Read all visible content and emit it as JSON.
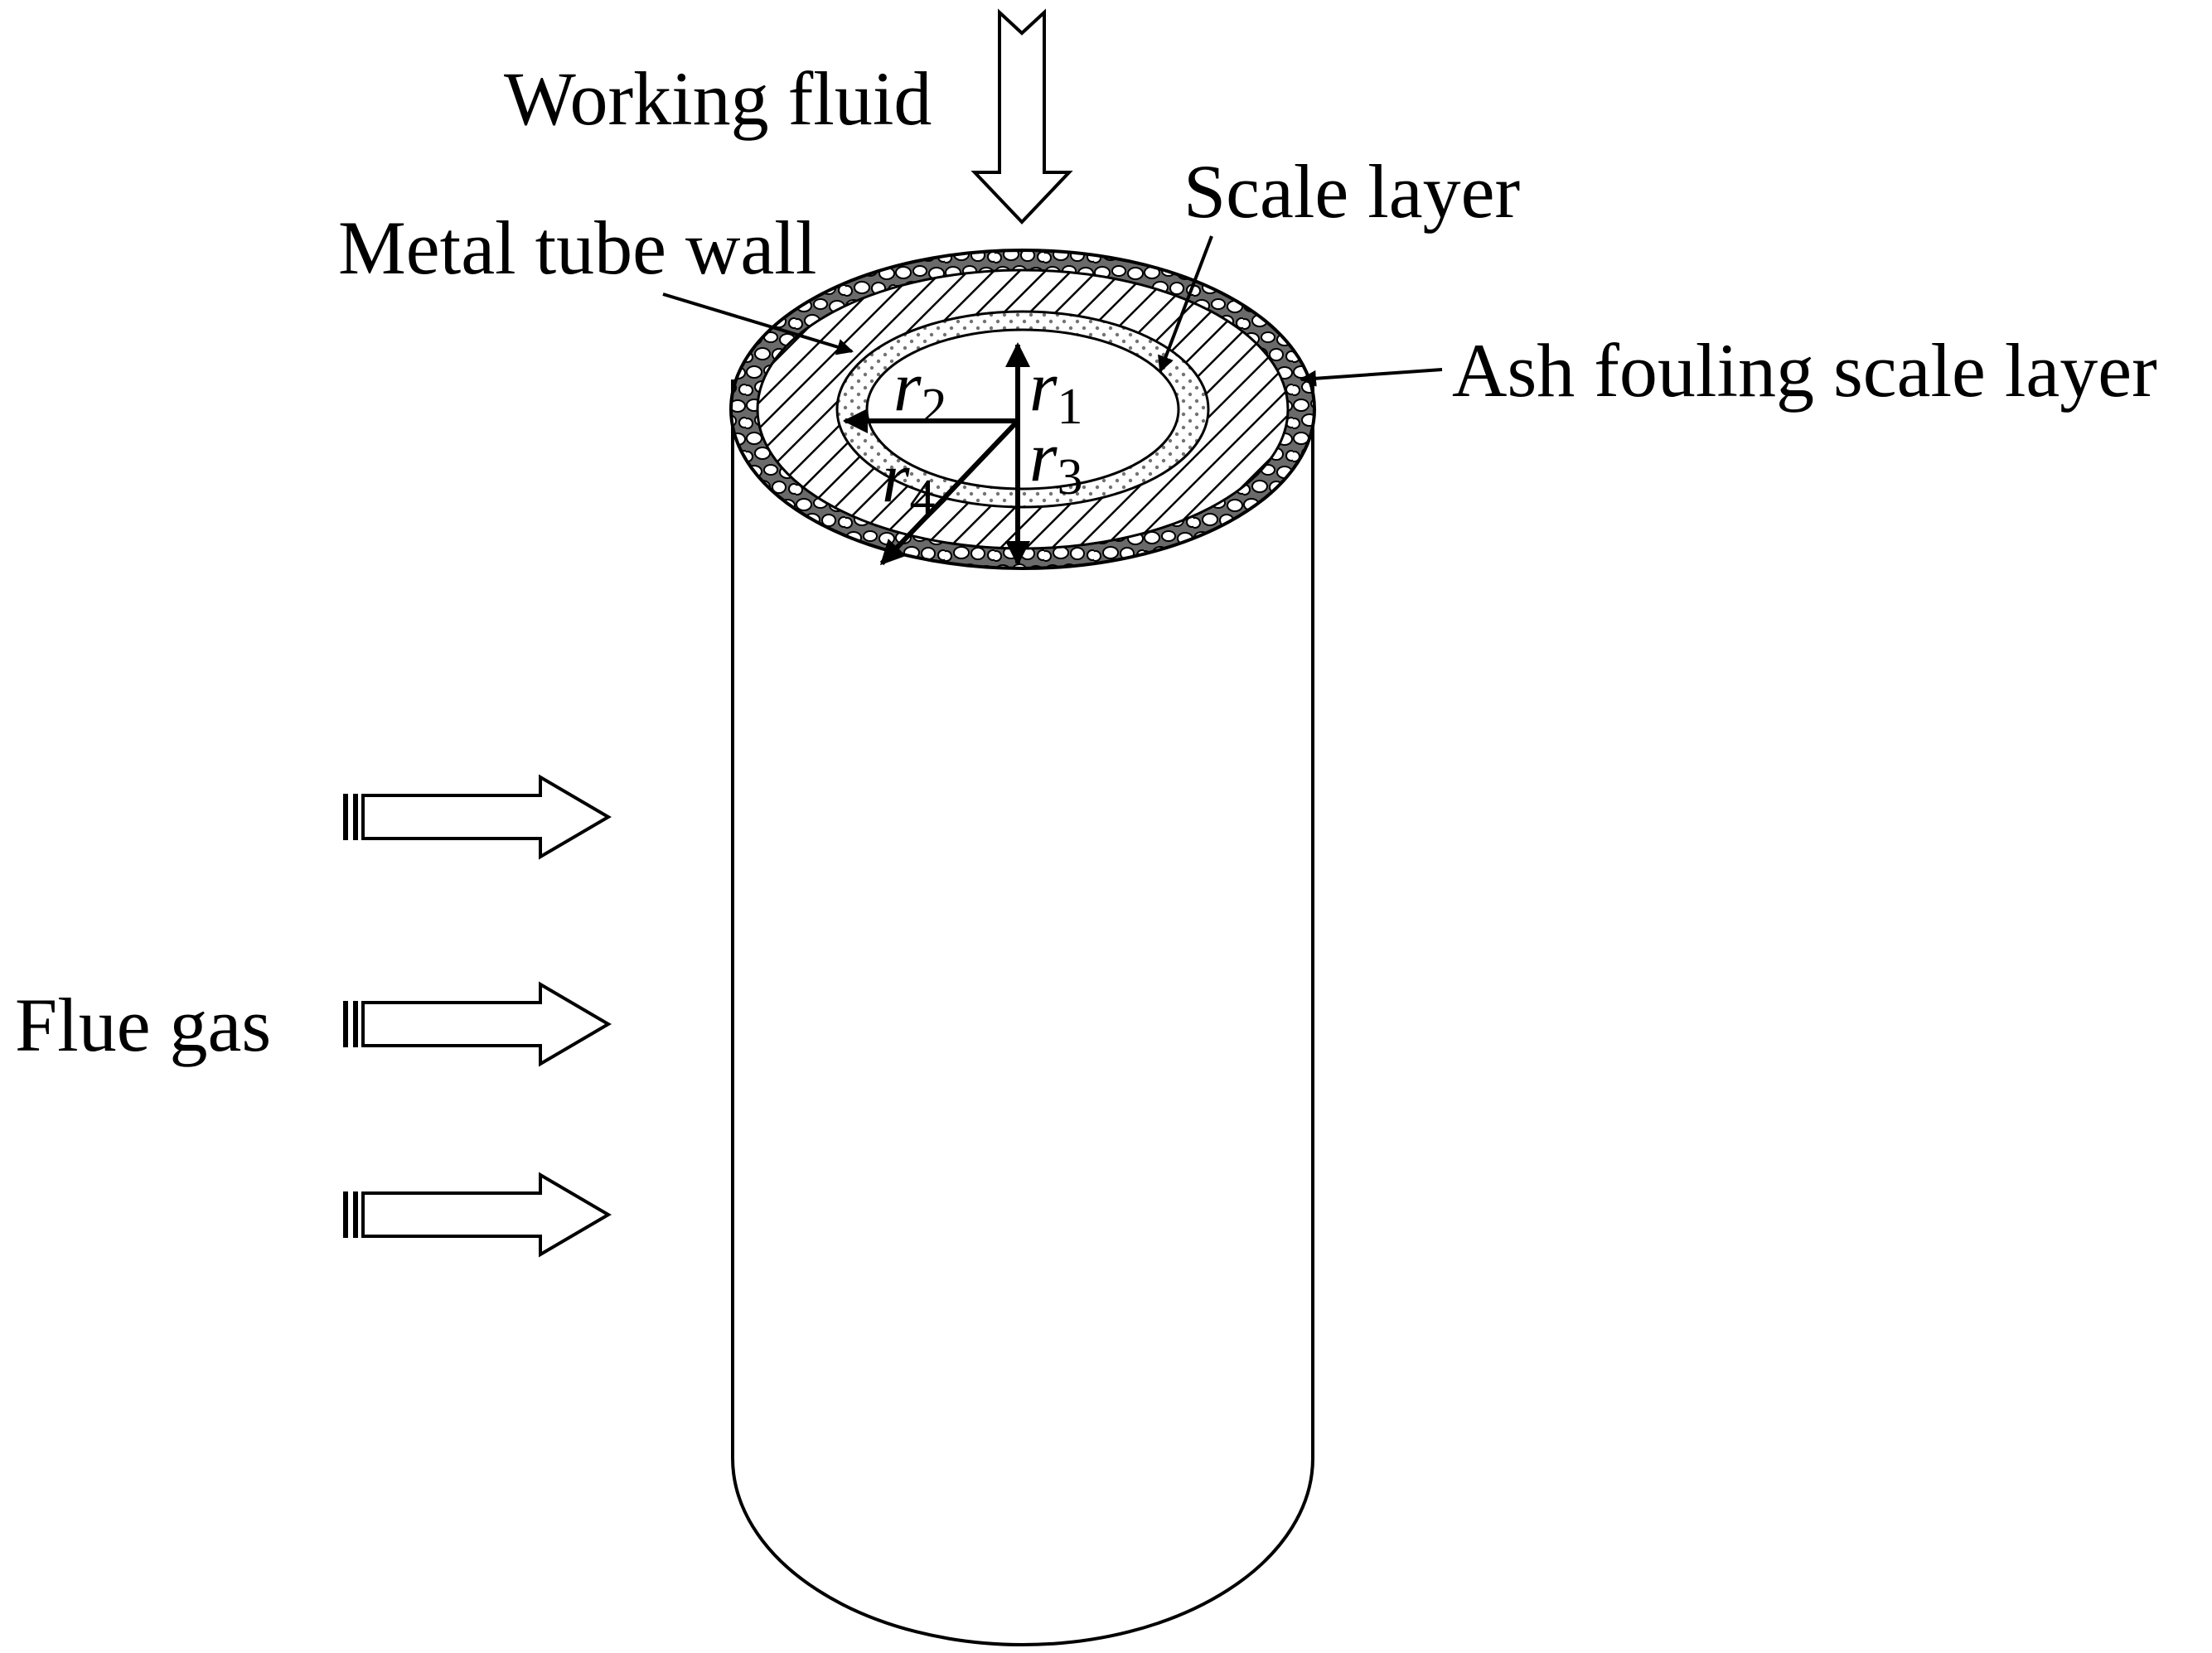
{
  "labels": {
    "working_fluid": "Working fluid",
    "scale_layer": "Scale layer",
    "metal_tube_wall": "Metal tube wall",
    "ash_fouling_scale_layer": "Ash fouling scale layer",
    "flue_gas": "Flue gas"
  },
  "radii": [
    {
      "symbol": "r",
      "subscript": "1"
    },
    {
      "symbol": "r",
      "subscript": "2"
    },
    {
      "symbol": "r",
      "subscript": "3"
    },
    {
      "symbol": "r",
      "subscript": "4"
    }
  ],
  "colors": {
    "line": "#000000",
    "background": "#ffffff"
  }
}
